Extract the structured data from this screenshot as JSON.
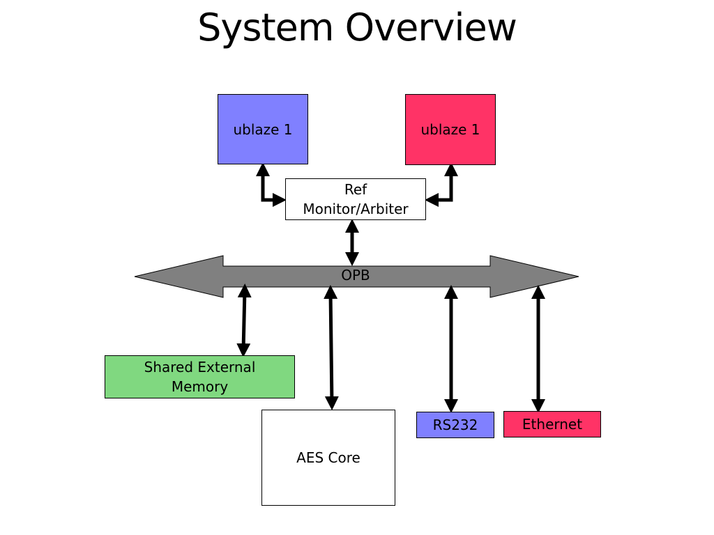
{
  "title": "System Overview",
  "colors": {
    "ublaze_left": "#8080ff",
    "ublaze_right": "#ff3366",
    "shared_memory": "#80d880",
    "rs232": "#8080ff",
    "ethernet": "#ff3366",
    "bus": "#808080"
  },
  "nodes": {
    "ublaze_left": "ublaze 1",
    "ublaze_right": "ublaze 1",
    "ref_monitor_line1": "Ref",
    "ref_monitor_line2": "Monitor/Arbiter",
    "bus": "OPB",
    "shared_memory_line1": "Shared External",
    "shared_memory_line2": "Memory",
    "aes_core": "AES Core",
    "rs232": "RS232",
    "ethernet": "Ethernet"
  }
}
